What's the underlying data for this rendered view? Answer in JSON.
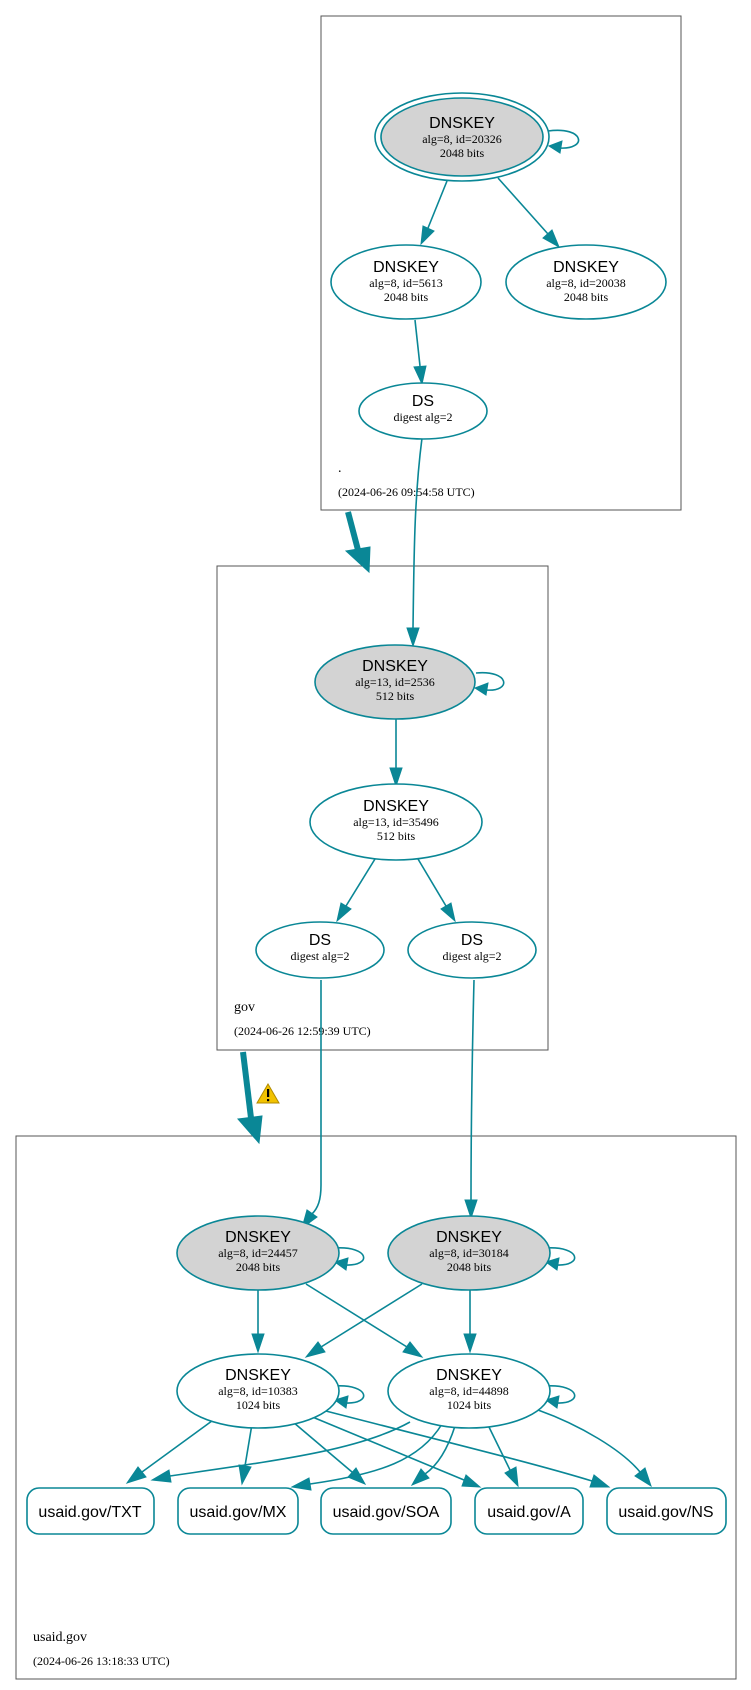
{
  "colors": {
    "edge": "#0a8796",
    "shaded": "#d3d3d3",
    "warning": "#f2c200"
  },
  "zones": {
    "root": {
      "name": ".",
      "timestamp": "(2024-06-26 09:54:58 UTC)"
    },
    "gov": {
      "name": "gov",
      "timestamp": "(2024-06-26 12:59:39 UTC)"
    },
    "usaid": {
      "name": "usaid.gov",
      "timestamp": "(2024-06-26 13:18:33 UTC)"
    }
  },
  "nodes": {
    "root_ksk": {
      "title": "DNSKEY",
      "line1": "alg=8, id=20326",
      "line2": "2048 bits"
    },
    "root_zsk1": {
      "title": "DNSKEY",
      "line1": "alg=8, id=5613",
      "line2": "2048 bits"
    },
    "root_zsk2": {
      "title": "DNSKEY",
      "line1": "alg=8, id=20038",
      "line2": "2048 bits"
    },
    "root_ds": {
      "title": "DS",
      "line1": "digest alg=2"
    },
    "gov_ksk": {
      "title": "DNSKEY",
      "line1": "alg=13, id=2536",
      "line2": "512 bits"
    },
    "gov_zsk": {
      "title": "DNSKEY",
      "line1": "alg=13, id=35496",
      "line2": "512 bits"
    },
    "gov_ds1": {
      "title": "DS",
      "line1": "digest alg=2"
    },
    "gov_ds2": {
      "title": "DS",
      "line1": "digest alg=2"
    },
    "usaid_ksk1": {
      "title": "DNSKEY",
      "line1": "alg=8, id=24457",
      "line2": "2048 bits"
    },
    "usaid_ksk2": {
      "title": "DNSKEY",
      "line1": "alg=8, id=30184",
      "line2": "2048 bits"
    },
    "usaid_zsk1": {
      "title": "DNSKEY",
      "line1": "alg=8, id=10383",
      "line2": "1024 bits"
    },
    "usaid_zsk2": {
      "title": "DNSKEY",
      "line1": "alg=8, id=44898",
      "line2": "1024 bits"
    }
  },
  "rrsets": {
    "txt": "usaid.gov/TXT",
    "mx": "usaid.gov/MX",
    "soa": "usaid.gov/SOA",
    "a": "usaid.gov/A",
    "ns": "usaid.gov/NS"
  },
  "icons": {
    "delegation_warning": "warning-icon"
  }
}
